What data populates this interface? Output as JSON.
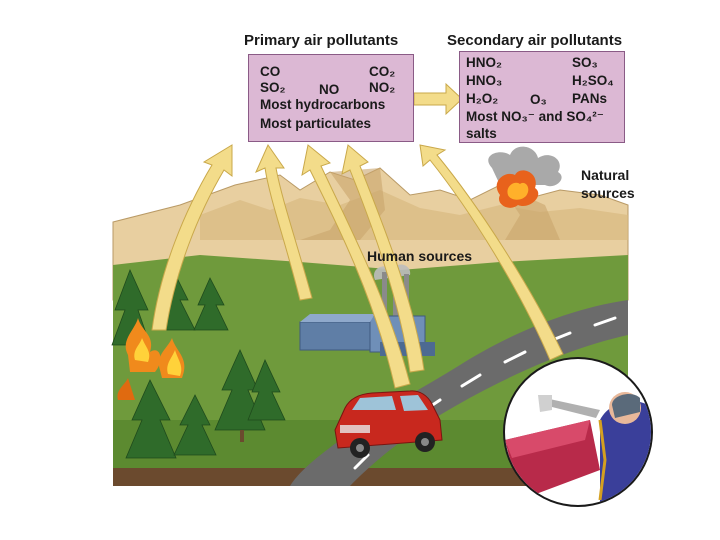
{
  "headers": {
    "primary": "Primary air pollutants",
    "secondary": "Secondary air pollutants"
  },
  "primary_box": {
    "co": "CO",
    "co2": "CO₂",
    "so2": "SO₂",
    "no": "NO",
    "no2": "NO₂",
    "hydrocarbons": "Most hydrocarbons",
    "particulates": "Most particulates"
  },
  "secondary_box": {
    "hno2": "HNO₂",
    "so3": "SO₃",
    "hno3": "HNO₃",
    "h2so4": "H₂SO₄",
    "h2o2": "H₂O₂",
    "o3": "O₃",
    "pans": "PANs",
    "salts_line1": "Most NO₃⁻ and SO₄²⁻",
    "salts_line2": "salts"
  },
  "labels": {
    "natural_line1": "Natural",
    "natural_line2": "sources",
    "human": "Human sources"
  },
  "colors": {
    "box_fill": "#dcb8d4",
    "arrow_fill": "#f3dc8a",
    "mountain": "#e8cfa0",
    "grass": "#6f9a3c",
    "road": "#6b6b6b",
    "car": "#c8281e",
    "factory": "#5f7ea6"
  }
}
